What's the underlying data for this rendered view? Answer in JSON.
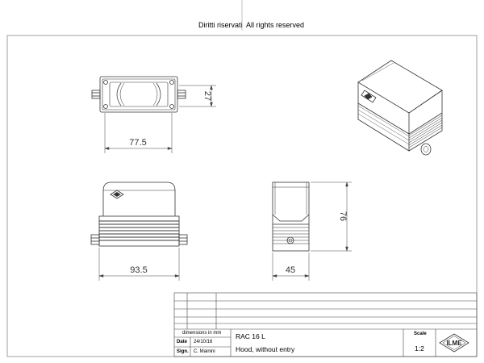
{
  "header": {
    "rights_it": "Diritti riservati",
    "rights_en": "All rights reserved"
  },
  "dimensions": {
    "top_width": "77.5",
    "top_height": "27",
    "front_width": "93.5",
    "side_width": "45",
    "side_height": "76"
  },
  "title_block": {
    "units_label": "dimensions in mm",
    "date_label": "Date",
    "date_value": "24/10/16",
    "sign_label": "Sign.",
    "sign_value": "C. Mainini",
    "code": "RAC 16 L",
    "description": "Hood, without entry",
    "scale_label": "Scale",
    "scale_value": "1:2",
    "logo_text": "ILME"
  }
}
